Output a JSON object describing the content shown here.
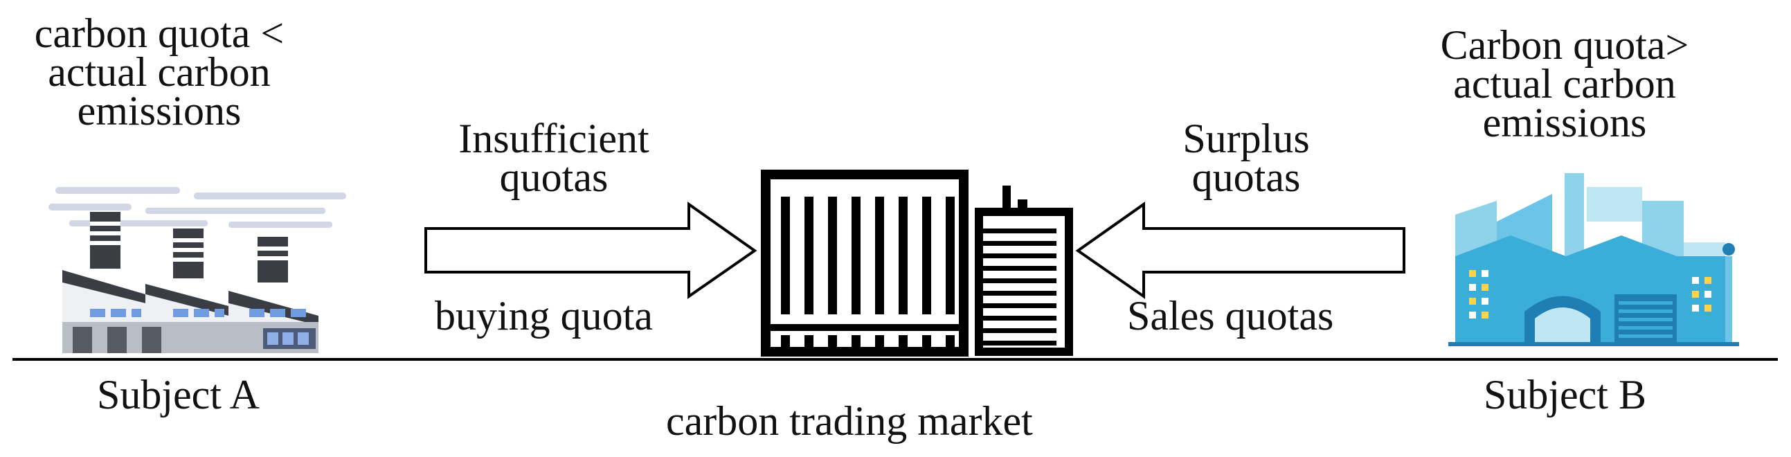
{
  "subject_a": {
    "condition_lines": [
      "carbon quota <",
      "actual carbon",
      "emissions"
    ],
    "label": "Subject A"
  },
  "subject_b": {
    "condition_lines": [
      "Carbon quota>",
      "actual carbon",
      "emissions"
    ],
    "label": "Subject B"
  },
  "left_flow": {
    "top_lines": [
      "Insufficient",
      "quotas"
    ],
    "bottom": "buying quota"
  },
  "right_flow": {
    "top_lines": [
      "Surplus",
      "quotas"
    ],
    "bottom": "Sales quotas"
  },
  "market": {
    "label": "carbon trading market"
  },
  "icons": {
    "subject_a": "factory-icon",
    "market": "office-building-icon",
    "subject_b": "industrial-plant-icon"
  },
  "colors": {
    "factory_a_body": "#ffffff",
    "factory_a_shade": "#9aa0aa",
    "factory_a_window": "#6f9be0",
    "smoke": "#d2d7e6",
    "plant_b_main": "#3aaed8",
    "plant_b_light": "#8fd3ea",
    "plant_b_dark": "#1f7fb4",
    "line": "#000000"
  }
}
